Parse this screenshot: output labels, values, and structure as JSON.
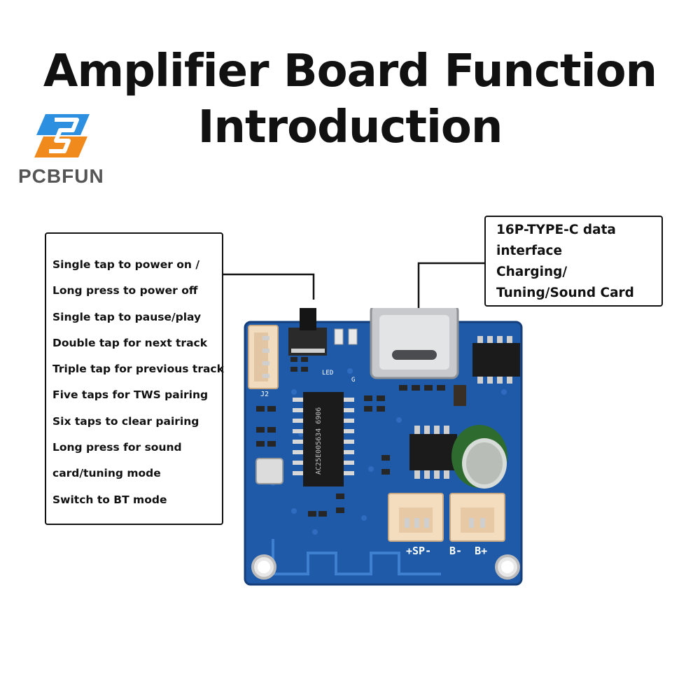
{
  "title": {
    "line1": "Amplifier Board Function",
    "line2": "Introduction"
  },
  "brand": {
    "name": "PCBFUN",
    "colors": {
      "blue": "#2d8fe0",
      "orange": "#f08a1c"
    }
  },
  "button_callout": {
    "lines": [
      "Single tap to power on /",
      "Long press to power off",
      "Single tap to pause/play",
      "Double tap for next track",
      "Triple tap for previous track",
      "Five taps for TWS pairing",
      "Six taps to clear pairing",
      "Long press for sound",
      "card/tuning mode",
      "Switch to BT mode"
    ]
  },
  "typec_callout": {
    "lines": [
      "16P-TYPE-C data",
      "interface",
      "Charging/",
      "Tuning/Sound Card"
    ]
  },
  "board": {
    "color": "#1e5aa8",
    "silkscreen": {
      "header_label": "J2",
      "led_label": "LED",
      "g_label": "G",
      "speaker_label": "+SP-",
      "battery_label": "B-  B+",
      "chip_text": "AC25E005634 6906"
    }
  }
}
